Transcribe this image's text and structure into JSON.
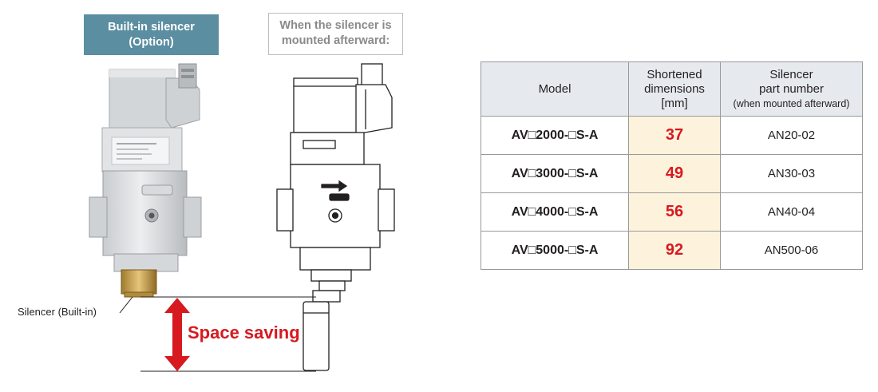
{
  "labels": {
    "builtin_line1": "Built-in silencer",
    "builtin_line2": "(Option)",
    "after_line1": "When the silencer is",
    "after_line2": "mounted afterward:"
  },
  "callout_silencer": "Silencer (Built-in)",
  "space_saving": "Space saving",
  "colors": {
    "accent_red": "#d71920",
    "header_teal": "#5a8ea0",
    "table_header_bg": "#e6eaef",
    "dimension_cell_bg": "#fdf3dc"
  },
  "table": {
    "headers": {
      "model": "Model",
      "dim_line1": "Shortened",
      "dim_line2": "dimensions",
      "dim_unit": "[mm]",
      "part_line1": "Silencer",
      "part_line2": "part number",
      "part_note": "(when mounted afterward)"
    },
    "rows": [
      {
        "model": "AV□2000-□S-A",
        "dimension": "37",
        "part": "AN20-02"
      },
      {
        "model": "AV□3000-□S-A",
        "dimension": "49",
        "part": "AN30-03"
      },
      {
        "model": "AV□4000-□S-A",
        "dimension": "56",
        "part": "AN40-04"
      },
      {
        "model": "AV□5000-□S-A",
        "dimension": "92",
        "part": "AN500-06"
      }
    ]
  }
}
